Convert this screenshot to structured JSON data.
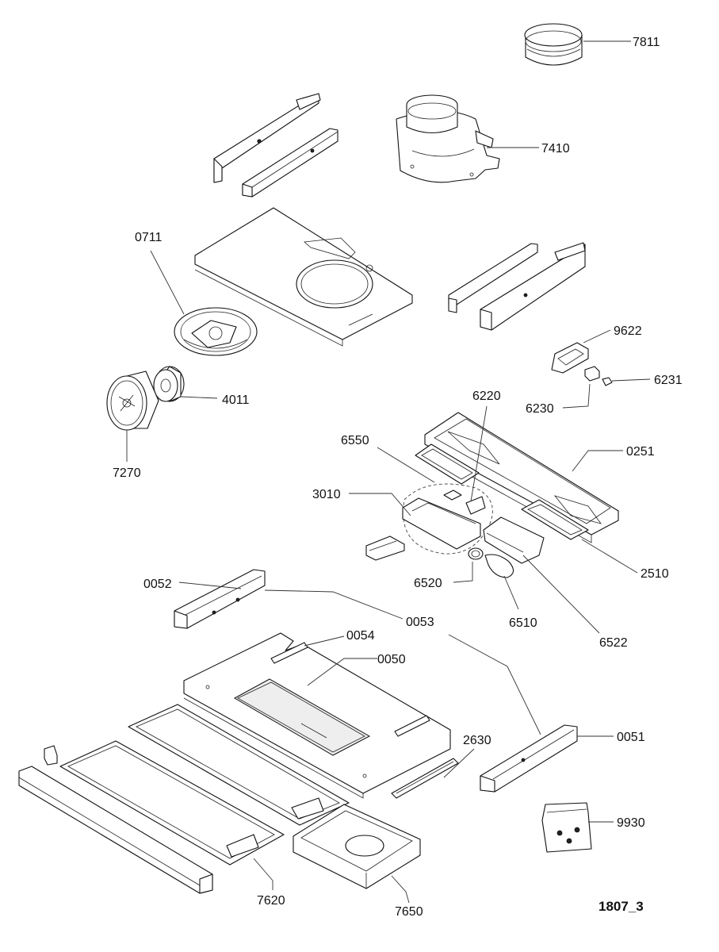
{
  "drawing": {
    "reference": "1807_3",
    "parts": [
      {
        "key": "p7811",
        "number": "7811"
      },
      {
        "key": "p7410",
        "number": "7410"
      },
      {
        "key": "p0711",
        "number": "0711"
      },
      {
        "key": "p9622",
        "number": "9622"
      },
      {
        "key": "p6231",
        "number": "6231"
      },
      {
        "key": "p4011",
        "number": "4011"
      },
      {
        "key": "p6230",
        "number": "6230"
      },
      {
        "key": "p6220",
        "number": "6220"
      },
      {
        "key": "p7270",
        "number": "7270"
      },
      {
        "key": "p6550",
        "number": "6550"
      },
      {
        "key": "p0251",
        "number": "0251"
      },
      {
        "key": "p3010",
        "number": "3010"
      },
      {
        "key": "p2510",
        "number": "2510"
      },
      {
        "key": "p6520",
        "number": "6520"
      },
      {
        "key": "p0052",
        "number": "0052"
      },
      {
        "key": "p6510",
        "number": "6510"
      },
      {
        "key": "p0053",
        "number": "0053"
      },
      {
        "key": "p6522",
        "number": "6522"
      },
      {
        "key": "p0054",
        "number": "0054"
      },
      {
        "key": "p0050",
        "number": "0050"
      },
      {
        "key": "p0051",
        "number": "0051"
      },
      {
        "key": "p2630",
        "number": "2630"
      },
      {
        "key": "p9930",
        "number": "9930"
      },
      {
        "key": "p7620",
        "number": "7620"
      },
      {
        "key": "p7650",
        "number": "7650"
      }
    ]
  }
}
